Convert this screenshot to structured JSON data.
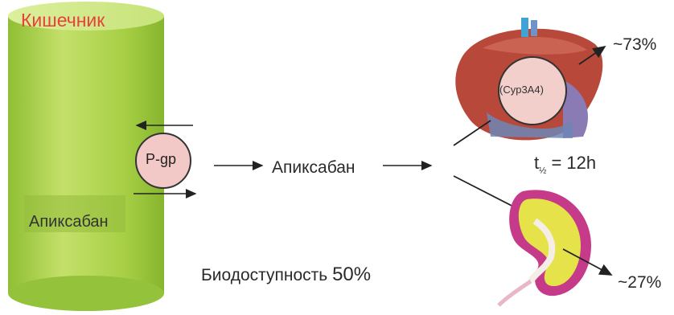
{
  "intestine": {
    "label": "Кишечник",
    "drug_label": "Апиксабан",
    "color": "#a8d04a"
  },
  "transporter": {
    "label": "P-gp",
    "fill": "#f2c9c6"
  },
  "flow": {
    "drug_label": "Апиксабан"
  },
  "liver": {
    "enzyme_label": "(Cyp3A4)",
    "percent": "~73%"
  },
  "kidney": {
    "percent": "~27%"
  },
  "half_life": {
    "symbol": "t",
    "subscript": "½",
    "value": "= 12h"
  },
  "bioavailability": {
    "label": "Биодоступность",
    "value": "50%"
  },
  "colors": {
    "accent_red": "#e8403a",
    "liver": "#b8483a",
    "kidney": "#e6e24a"
  }
}
